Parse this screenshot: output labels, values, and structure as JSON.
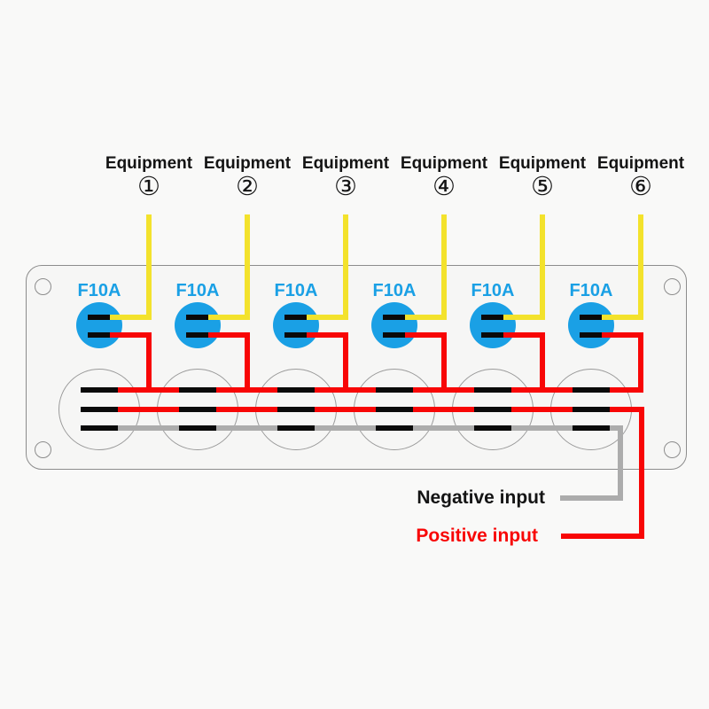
{
  "colors": {
    "fuse_blue": "#1AA0E5",
    "wire_yellow": "#F3E22C",
    "wire_red": "#F80606",
    "wire_gray": "#ACACAC",
    "bar_black": "#0A0A0A",
    "outline_gray": "#9A9A9A",
    "text_black": "#141414"
  },
  "equipment": [
    {
      "label": "Equipment",
      "number": "①"
    },
    {
      "label": "Equipment",
      "number": "②"
    },
    {
      "label": "Equipment",
      "number": "③"
    },
    {
      "label": "Equipment",
      "number": "④"
    },
    {
      "label": "Equipment",
      "number": "⑤"
    },
    {
      "label": "Equipment",
      "number": "⑥"
    }
  ],
  "fuses": [
    {
      "label": "F10A"
    },
    {
      "label": "F10A"
    },
    {
      "label": "F10A"
    },
    {
      "label": "F10A"
    },
    {
      "label": "F10A"
    },
    {
      "label": "F10A"
    }
  ],
  "io_labels": {
    "negative": "Negative input",
    "positive": "Positive input"
  }
}
